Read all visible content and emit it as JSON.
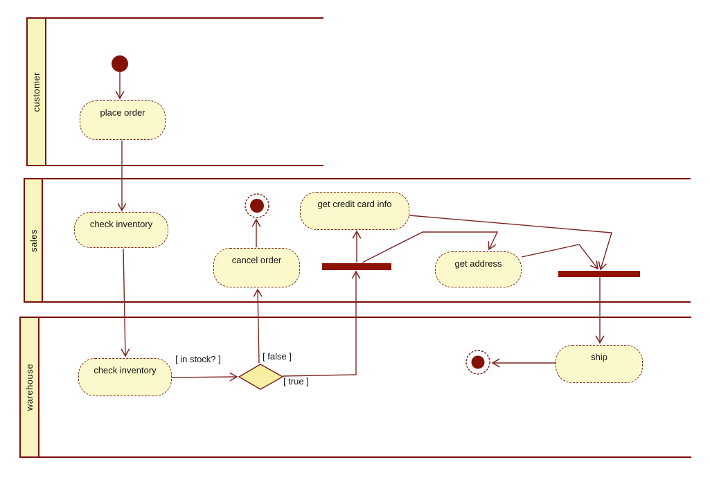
{
  "lanes": [
    {
      "id": "customer",
      "label": "customer"
    },
    {
      "id": "sales",
      "label": "sales"
    },
    {
      "id": "warehouse",
      "label": "warehouse"
    }
  ],
  "activities": {
    "place_order": {
      "label": "place order",
      "lane": "customer"
    },
    "check_inventory_sales": {
      "label": "check inventory",
      "lane": "sales"
    },
    "cancel_order": {
      "label": "cancel order",
      "lane": "sales"
    },
    "get_credit_card_info": {
      "label": "get credit card info",
      "lane": "sales"
    },
    "get_address": {
      "label": "get address",
      "lane": "sales"
    },
    "check_inventory_warehouse": {
      "label": "check inventory",
      "lane": "warehouse"
    },
    "ship": {
      "label": "ship",
      "lane": "warehouse"
    }
  },
  "guards": {
    "in_stock": "[ in stock? ]",
    "false_branch": "[ false ]",
    "true_branch": "[ true ]"
  },
  "control_nodes": {
    "initial": "start node (customer lane)",
    "final_sales": "activity final node (sales lane)",
    "final_warehouse": "activity final node (warehouse lane)",
    "fork_bar": "fork bar (sales lane)",
    "join_bar": "join bar (sales lane)",
    "decision": "in-stock decision diamond (warehouse lane)"
  },
  "colors": {
    "background": "#ffffff",
    "lane_border": "#7a0d0a",
    "lane_label_fill": "#f9f5be",
    "activity_fill": "#fbf9cc",
    "activity_border": "#7b241e",
    "diamond_fill": "#f8efa3",
    "connector": "#7c2420",
    "bar_fill": "#8e1205",
    "start_dot_fill": "#841107",
    "text": "#111111"
  }
}
